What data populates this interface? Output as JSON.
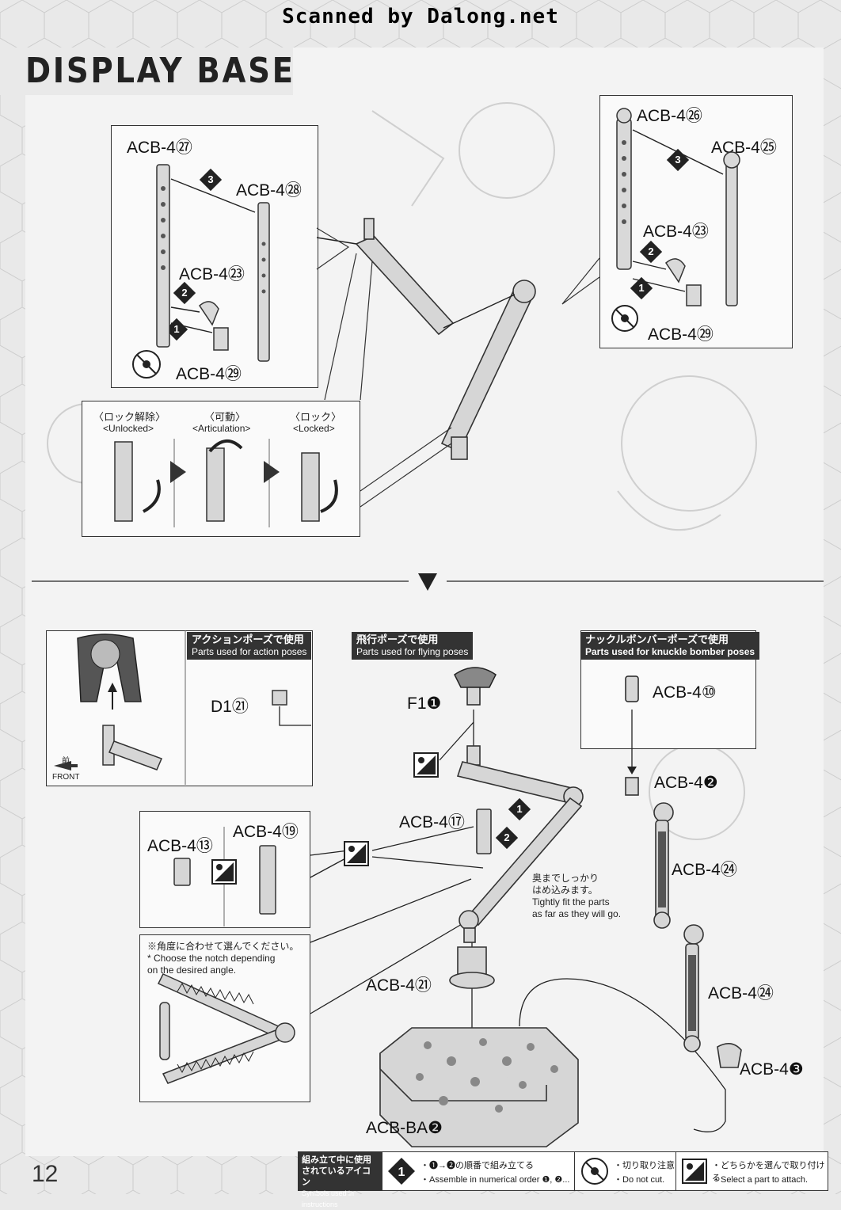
{
  "scan_credit": "Scanned by Dalong.net",
  "page_title": "DISPLAY BASE",
  "page_number": "12",
  "top_left_box": {
    "labels": [
      "ACB-4㉗",
      "ACB-4㉘",
      "ACB-4㉓",
      "ACB-4㉙"
    ]
  },
  "top_right_box": {
    "labels": [
      "ACB-4㉖",
      "ACB-4㉕",
      "ACB-4㉓",
      "ACB-4㉙"
    ]
  },
  "lock_panel": {
    "states": [
      {
        "jp": "〈ロック解除〉",
        "en": "<Unlocked>"
      },
      {
        "jp": "〈可動〉",
        "en": "<Articulation>"
      },
      {
        "jp": "〈ロック〉",
        "en": "<Locked>"
      }
    ]
  },
  "action_box": {
    "header_jp": "アクションポーズで使用",
    "header_en": "Parts used for action poses",
    "part": "D1㉑",
    "front_jp": "前",
    "front_en": "FRONT"
  },
  "flying_box": {
    "header_jp": "飛行ポーズで使用",
    "header_en": "Parts used for flying poses",
    "part": "F1❶"
  },
  "knuckle_box": {
    "header_jp": "ナックルボンバーポーズで使用",
    "header_en": "Parts used for knuckle bomber poses",
    "part": "ACB-4⑩"
  },
  "joint_labels": {
    "acb4_13": "ACB-4⑬",
    "acb4_19": "ACB-4⑲",
    "acb4_17": "ACB-4⑰",
    "acb4_2": "ACB-4❷",
    "acb4_24a": "ACB-4㉔",
    "acb4_24b": "ACB-4㉔",
    "acb4_21": "ACB-4㉑",
    "acb4_3": "ACB-4❸",
    "acb_ba2": "ACB-BA❷"
  },
  "fit_note": {
    "jp1": "奥までしっかり",
    "jp2": "はめ込みます。",
    "en1": "Tightly fit the parts",
    "en2": "as far as they will go."
  },
  "notch_note": {
    "jp": "※角度に合わせて選んでください。",
    "en1": "* Choose the notch depending",
    "en2": "on the desired angle."
  },
  "legend": {
    "title_jp1": "組み立て中に使用",
    "title_jp2": "されているアイコン",
    "title_en": "Symbols used in instructions",
    "order_jp": "・❶→❷の順番で組み立てる",
    "order_en": "・Assemble in numerical order ❶, ❷...",
    "cut_jp": "・切り取り注意",
    "cut_en": "・Do not cut.",
    "select_jp": "・どちらかを選んで取り付ける",
    "select_en": "・Select a part to attach."
  }
}
